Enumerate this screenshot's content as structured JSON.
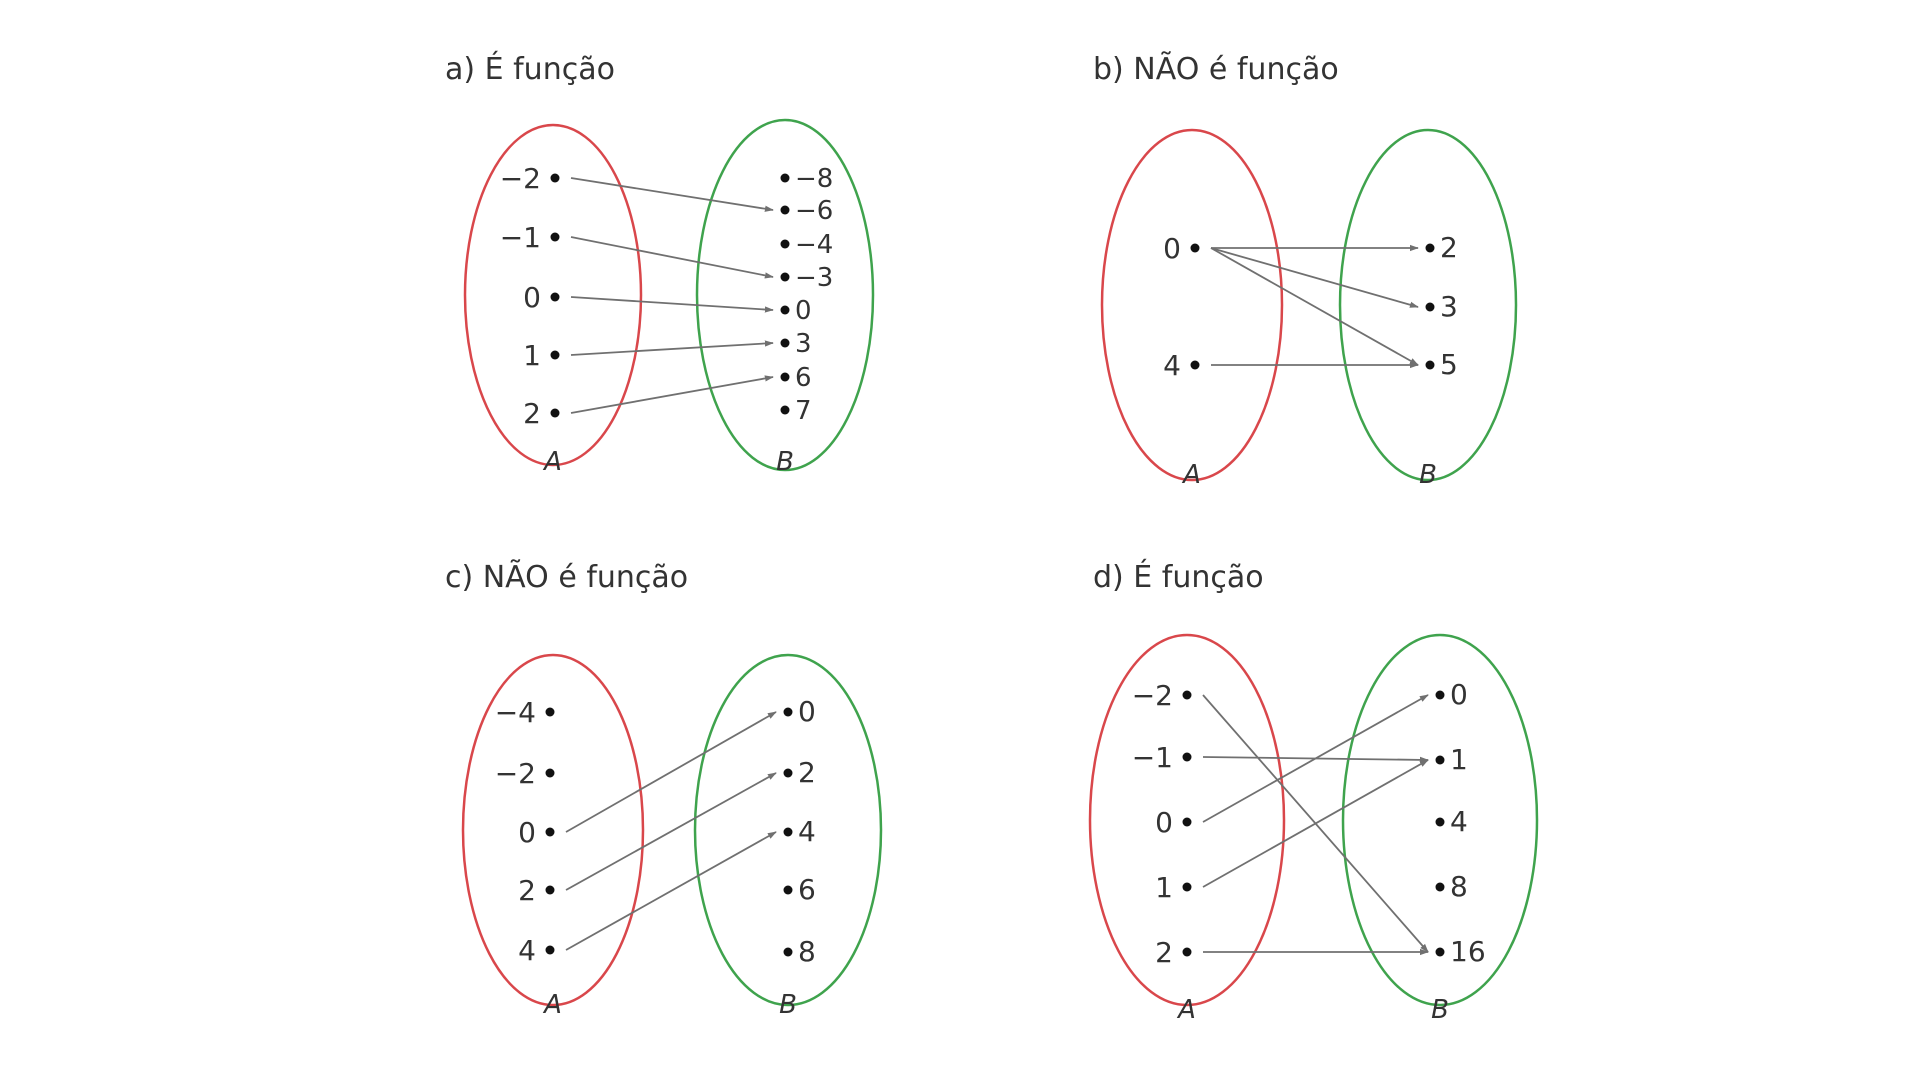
{
  "colors": {
    "set_a": "#d9474b",
    "set_b": "#3fa34d",
    "arrow": "#707070",
    "dot": "#111111",
    "text": "#333333"
  },
  "panels": [
    {
      "id": "a",
      "title": "a) É função",
      "set_a_label": "A",
      "set_b_label": "B",
      "domain": [
        "−2",
        "−1",
        "0",
        "1",
        "2"
      ],
      "codomain": [
        "−8",
        "−6",
        "−4",
        "−3",
        "0",
        "3",
        "6",
        "7"
      ],
      "mappings": [
        [
          "−2",
          "−6"
        ],
        [
          "−1",
          "−3"
        ],
        [
          "0",
          "0"
        ],
        [
          "1",
          "3"
        ],
        [
          "2",
          "6"
        ]
      ]
    },
    {
      "id": "b",
      "title": "b) NÃO é função",
      "set_a_label": "A",
      "set_b_label": "B",
      "domain": [
        "0",
        "4"
      ],
      "codomain": [
        "2",
        "3",
        "5"
      ],
      "mappings": [
        [
          "0",
          "2"
        ],
        [
          "0",
          "3"
        ],
        [
          "0",
          "5"
        ],
        [
          "4",
          "5"
        ]
      ]
    },
    {
      "id": "c",
      "title": "c) NÃO é função",
      "set_a_label": "A",
      "set_b_label": "B",
      "domain": [
        "−4",
        "−2",
        "0",
        "2",
        "4"
      ],
      "codomain": [
        "0",
        "2",
        "4",
        "6",
        "8"
      ],
      "mappings": [
        [
          "0",
          "0"
        ],
        [
          "2",
          "2"
        ],
        [
          "4",
          "4"
        ]
      ]
    },
    {
      "id": "d",
      "title": "d) É função",
      "set_a_label": "A",
      "set_b_label": "B",
      "domain": [
        "−2",
        "−1",
        "0",
        "1",
        "2"
      ],
      "codomain": [
        "0",
        "1",
        "4",
        "8",
        "16"
      ],
      "mappings": [
        [
          "−2",
          "16"
        ],
        [
          "−1",
          "1"
        ],
        [
          "0",
          "0"
        ],
        [
          "1",
          "1"
        ],
        [
          "2",
          "16"
        ]
      ]
    }
  ]
}
